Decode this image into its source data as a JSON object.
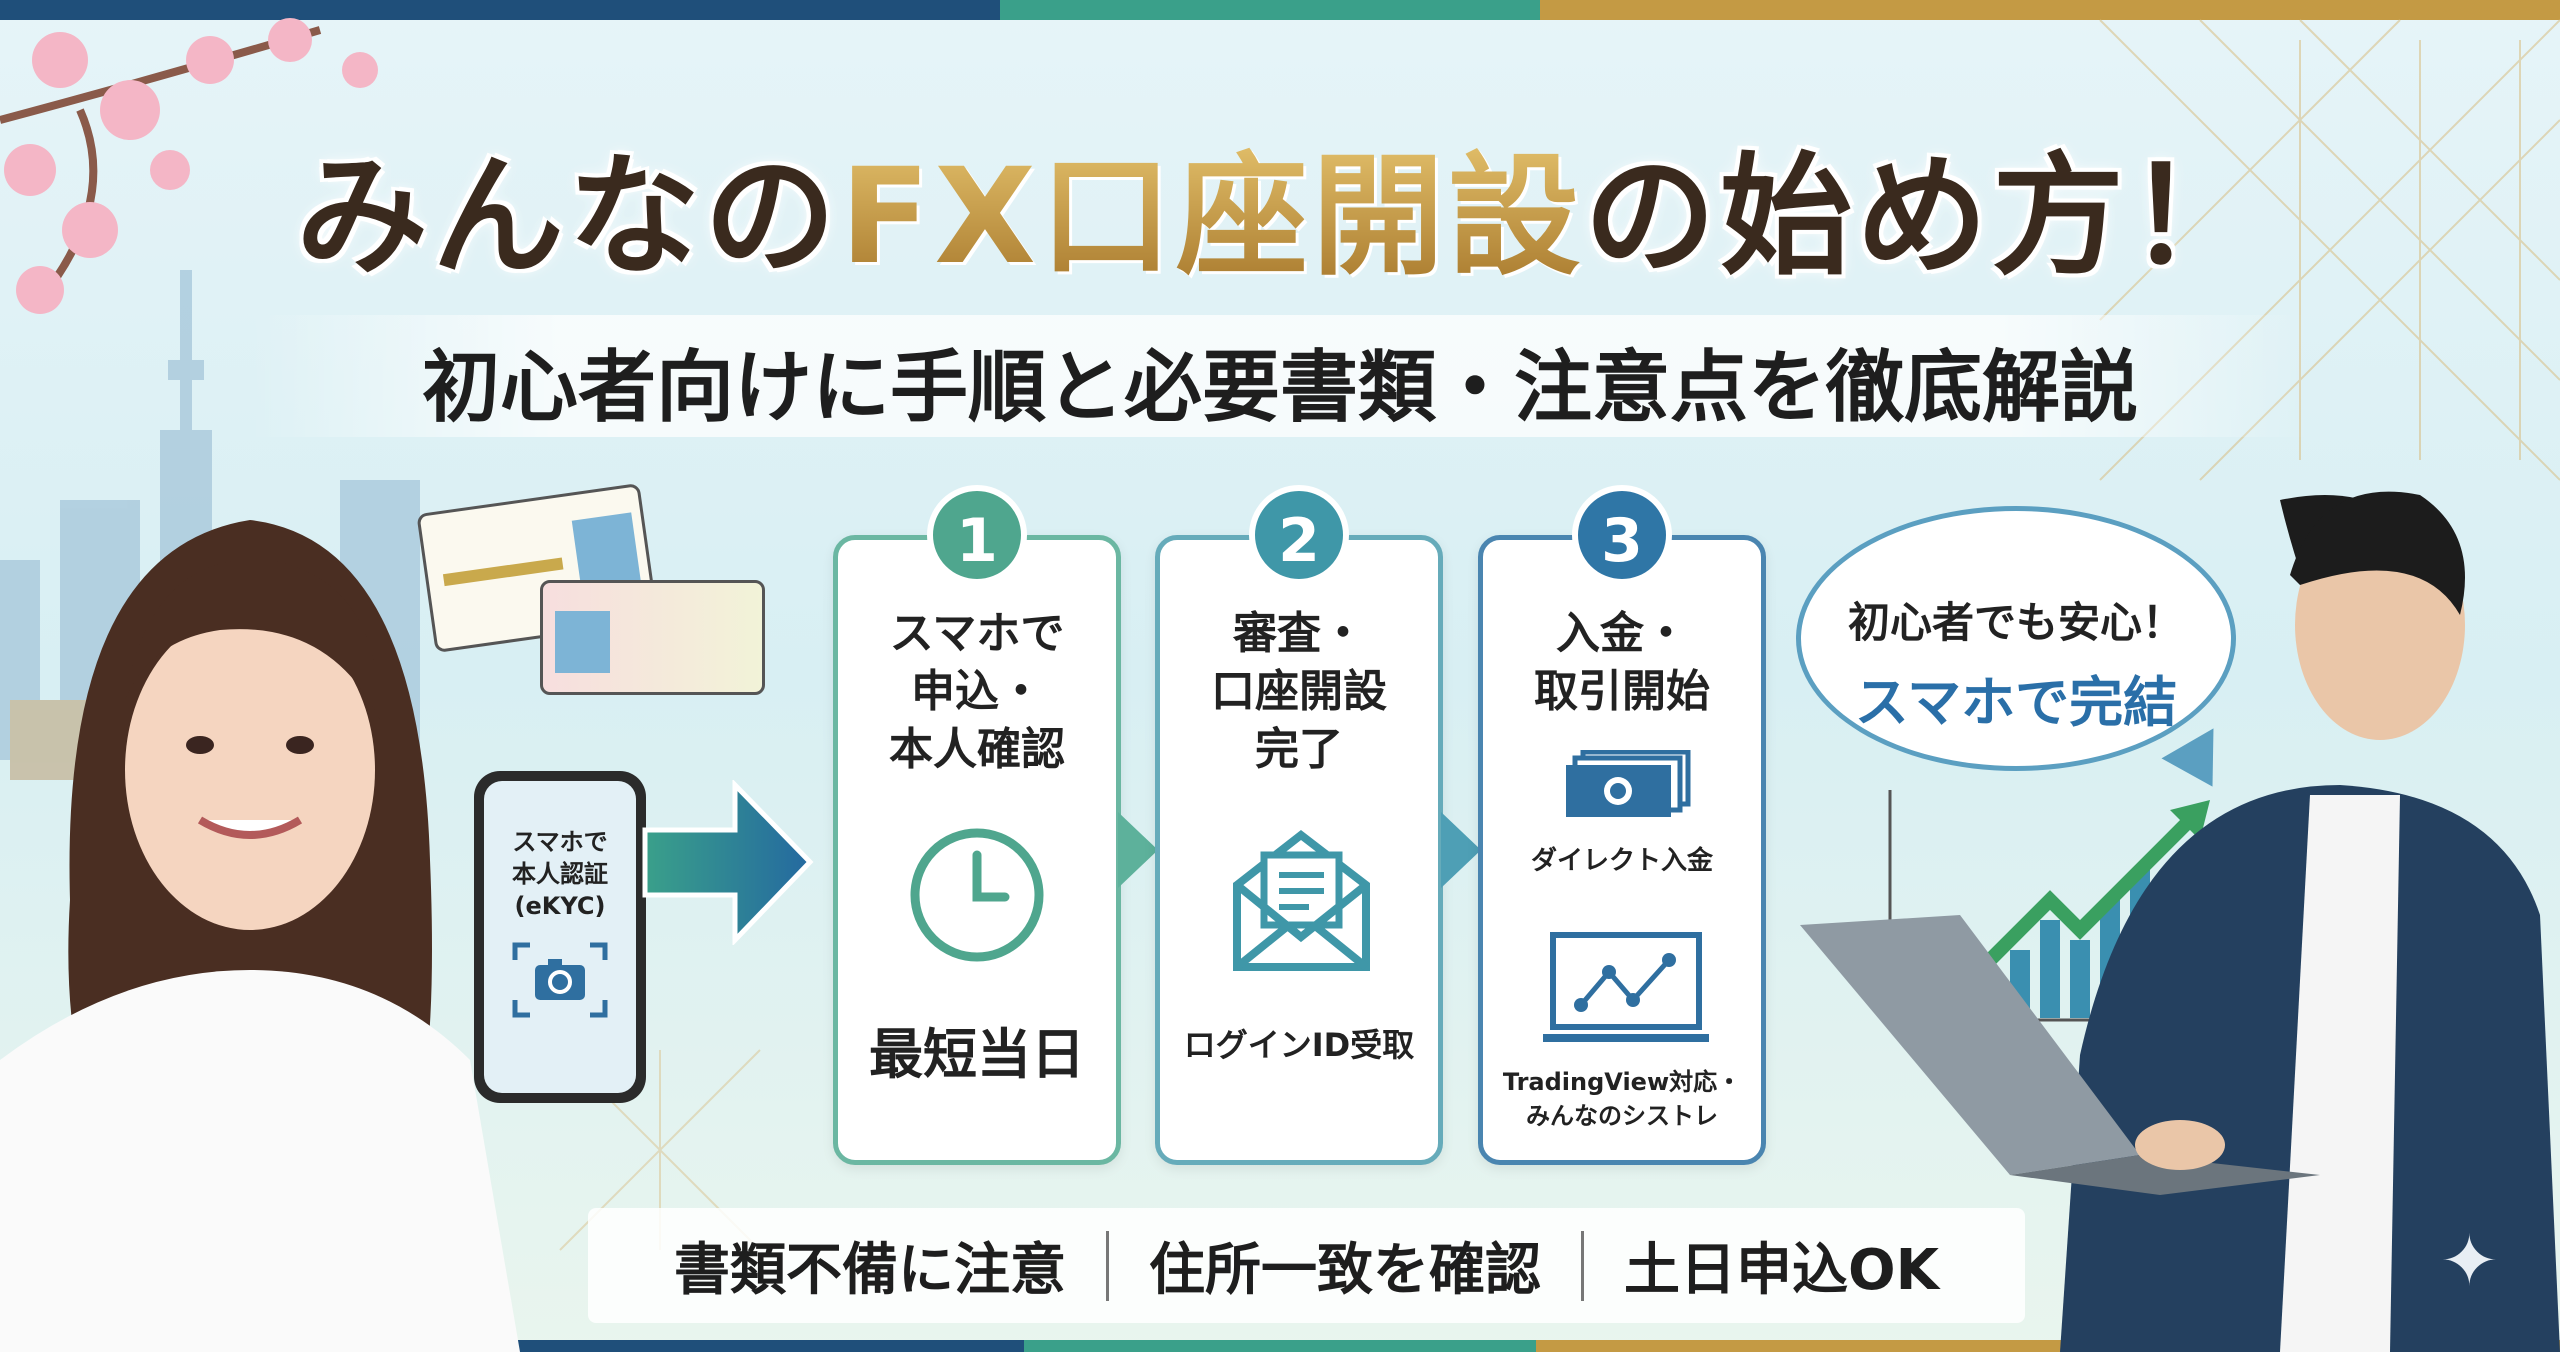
{
  "title": {
    "part1": "みんなの",
    "highlight": "FX口座開設",
    "part2": "の始め方！"
  },
  "subtitle": "初心者向けに手順と必要書類・注意点を徹底解説",
  "phone": {
    "line1": "スマホで",
    "line2": "本人認証",
    "line3": "(eKYC)",
    "icon": "camera-icon"
  },
  "steps": [
    {
      "number": "1",
      "title": [
        "スマホで",
        "申込・",
        "本人確認"
      ],
      "icon": "clock-icon",
      "caption": "最短当日",
      "color": "#4fa68e"
    },
    {
      "number": "2",
      "title": [
        "審査・",
        "口座開設",
        "完了"
      ],
      "icon": "envelope-icon",
      "caption": "ログインID受取",
      "color": "#3f97a8"
    },
    {
      "number": "3",
      "title": [
        "入金・",
        "取引開始"
      ],
      "icon": "money-icon",
      "caption": "ダイレクト入金",
      "icon2": "chart-monitor-icon",
      "caption2": [
        "TradingView対応・",
        "みんなのシストレ"
      ],
      "color": "#2f76a6"
    }
  ],
  "bubble": {
    "line1": "初心者でも安心！",
    "line2": "スマホで完結"
  },
  "notes": [
    "書類不備に注意",
    "住所一致を確認",
    "土日申込OK"
  ],
  "colors": {
    "navy": "#1f4f7a",
    "teal": "#3aa08a",
    "gold": "#c49a44"
  }
}
